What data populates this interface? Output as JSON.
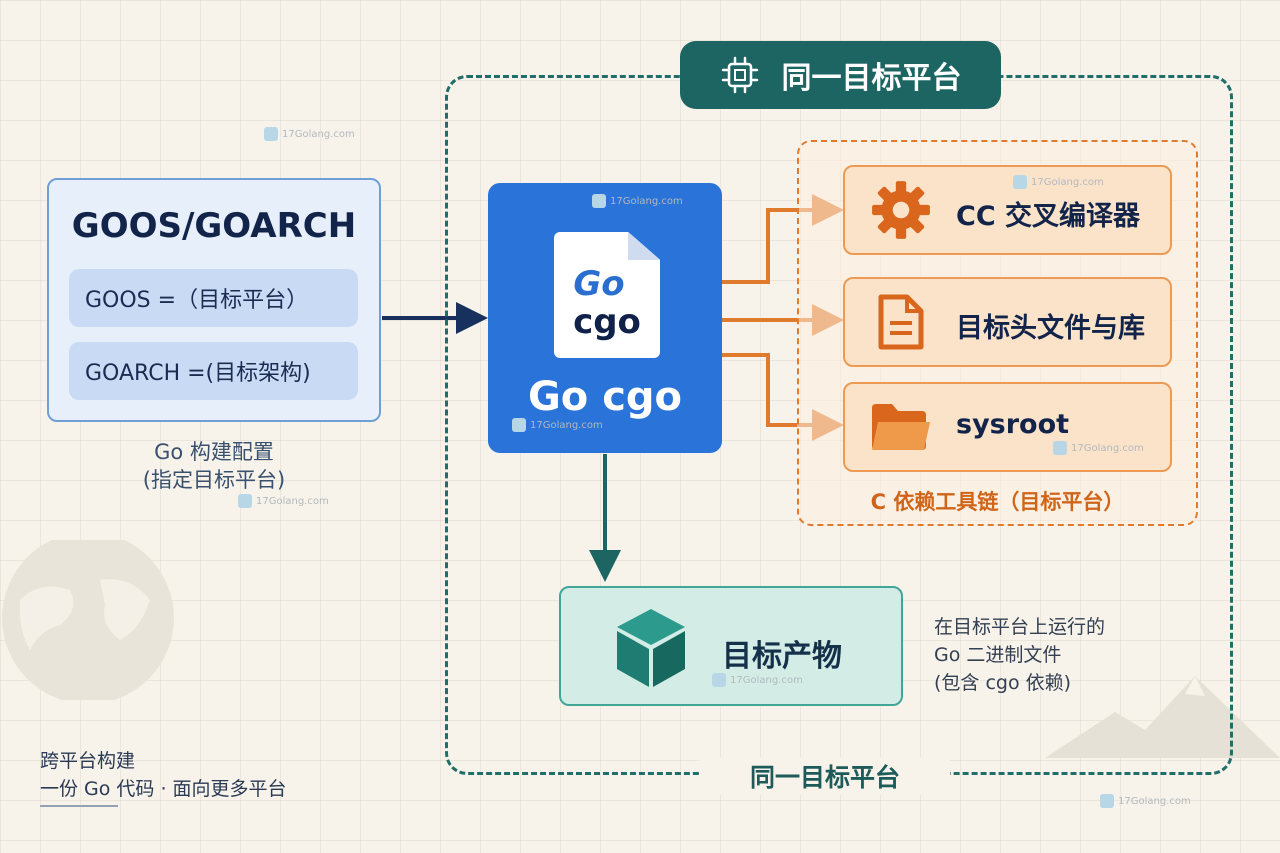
{
  "region": {
    "title": "同一目标平台",
    "bottom_label": "同一目标平台"
  },
  "config": {
    "title": "GOOS/GOARCH",
    "goos": "GOOS =（目标平台）",
    "goarch": "GOARCH =(目标架构)",
    "caption_line1": "Go 构建配置",
    "caption_line2": "(指定目标平台)"
  },
  "center": {
    "doc_go": "Go",
    "doc_cgo": "cgo",
    "label": "Go cgo"
  },
  "toolchain": {
    "items": [
      {
        "label": "CC 交叉编译器",
        "icon": "gear-icon"
      },
      {
        "label": "目标头文件与库",
        "icon": "document-icon"
      },
      {
        "label": "sysroot",
        "icon": "folder-icon"
      }
    ],
    "caption": "C 依赖工具链（目标平台）"
  },
  "output": {
    "label": "目标产物",
    "desc_line1": "在目标平台上运行的",
    "desc_line2": "Go 二进制文件",
    "desc_line3": "(包含 cgo 依赖)"
  },
  "footer": {
    "line1": "跨平台构建",
    "line2": "一份 Go 代码 · 面向更多平台"
  },
  "watermark": "17Golang.com",
  "colors": {
    "teal": "#1d6562",
    "blue": "#2a73d8",
    "navy_arrow": "#17305e",
    "orange": "#e07b2e",
    "green": "#42a598"
  }
}
